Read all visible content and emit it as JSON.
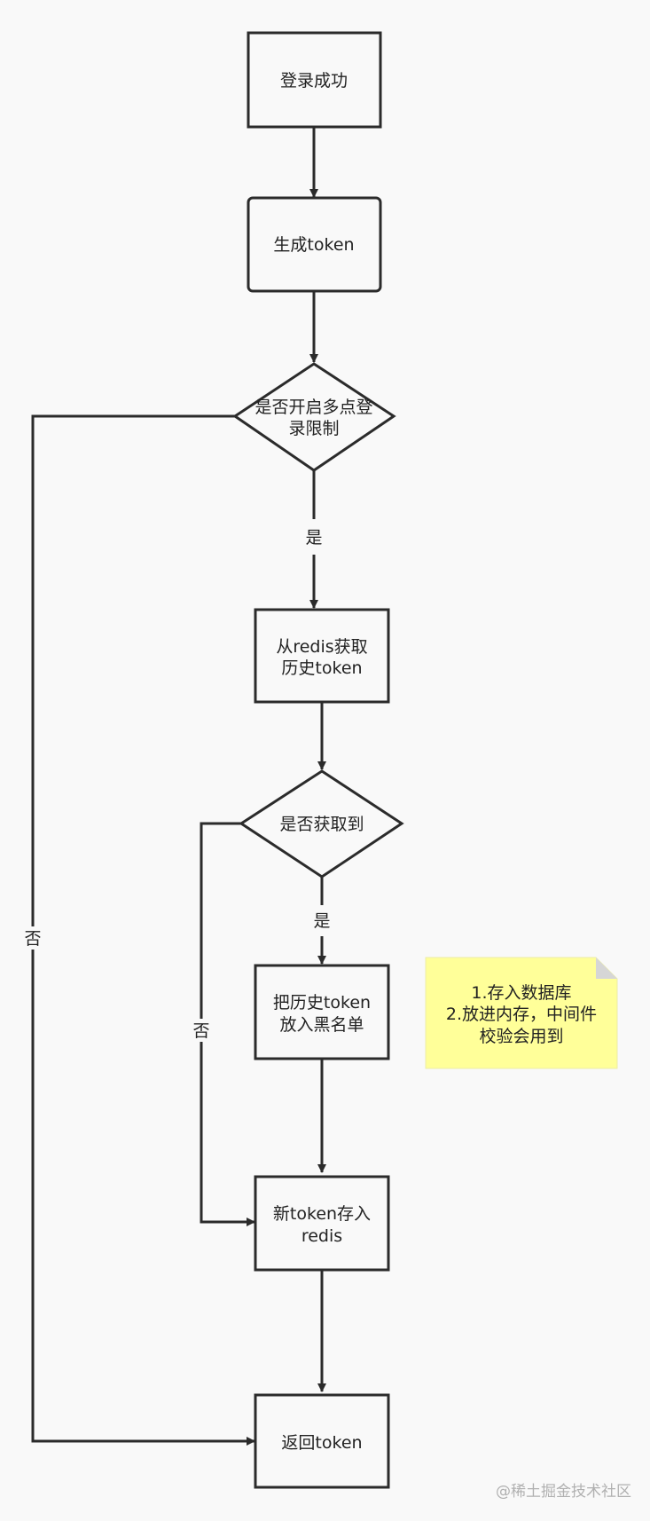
{
  "nodes": {
    "login_success": "登录成功",
    "generate_token": "生成token",
    "multi_login_check": [
      "是否开启多点登",
      "录限制"
    ],
    "get_history_token": [
      "从redis获取",
      "历史token"
    ],
    "fetched_check": "是否获取到",
    "blacklist_token": [
      "把历史token",
      "放入黑名单"
    ],
    "store_new_token": [
      "新token存入",
      "redis"
    ],
    "return_token": "返回token"
  },
  "edge_labels": {
    "multi_login_yes": "是",
    "multi_login_no": "否",
    "fetched_yes": "是",
    "fetched_no": "否"
  },
  "note": {
    "lines": [
      "1.存入数据库",
      "2.放进内存，中间件",
      "校验会用到"
    ],
    "fill_color": "#ffff99"
  },
  "watermark": "@稀土掘金技术社区",
  "colors": {
    "stroke": "#2b2b2b",
    "background": "#f9f9f9",
    "node_fill": "#f9f9f9",
    "note_fill": "#ffff99",
    "note_fold": "#d6d6d6"
  }
}
